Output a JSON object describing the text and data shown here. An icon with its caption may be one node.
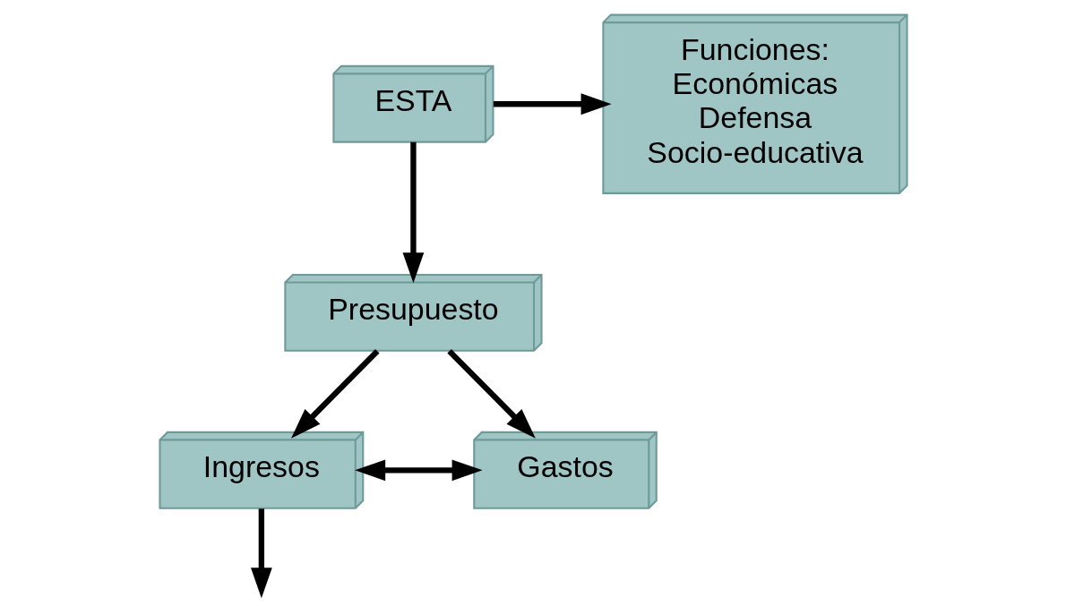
{
  "diagram": {
    "nodes": [
      {
        "text": [
          "ESTA"
        ]
      },
      {
        "text": [
          "Funciones:",
          "Económicas",
          "Defensa",
          "Socio-educativa"
        ]
      },
      {
        "text": [
          "Presupuesto"
        ]
      },
      {
        "text": [
          "Ingresos"
        ]
      },
      {
        "text": [
          "Gastos"
        ]
      }
    ],
    "edges": [
      {
        "from": 0,
        "to": 1,
        "arrow": "to"
      },
      {
        "from": 0,
        "to": 2,
        "arrow": "to"
      },
      {
        "from": 2,
        "to": 3,
        "arrow": "to"
      },
      {
        "from": 2,
        "to": 4,
        "arrow": "to"
      },
      {
        "from": 3,
        "to": 4,
        "arrow": "both"
      },
      {
        "from": 3,
        "to": null,
        "arrow": "to"
      }
    ]
  }
}
